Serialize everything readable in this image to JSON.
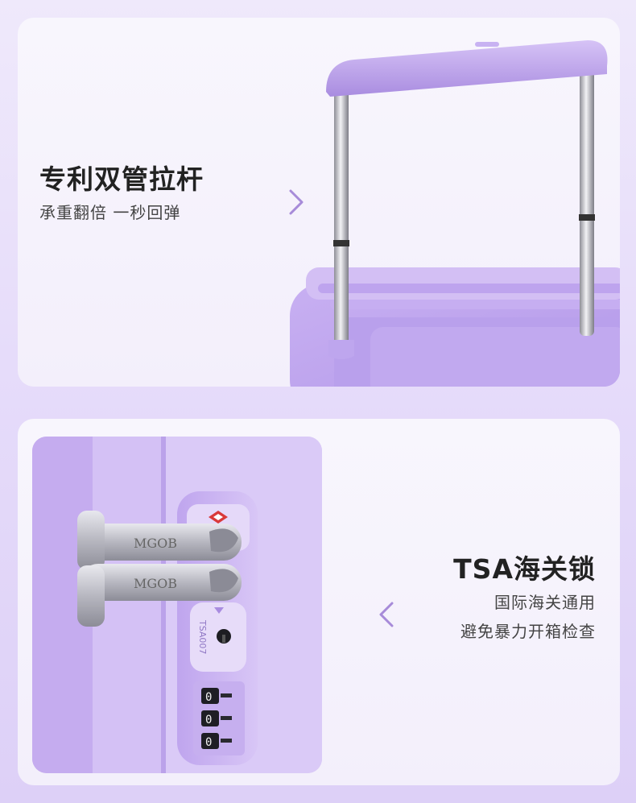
{
  "handle_section": {
    "title": "专利双管拉杆",
    "subtitle": "承重翻倍 一秒回弹"
  },
  "lock_section": {
    "title": "TSA海关锁",
    "subtitle_line1": "国际海关通用",
    "subtitle_line2": "避免暴力开箱检查",
    "latch_brand": "MGOB",
    "lock_code": "TSA007",
    "combination_digits": [
      "0",
      "0",
      "0"
    ]
  },
  "colors": {
    "accent_purple": "#b89be8",
    "suitcase_lavender": "#c9b3f0",
    "chevron": "#a78bd9"
  }
}
